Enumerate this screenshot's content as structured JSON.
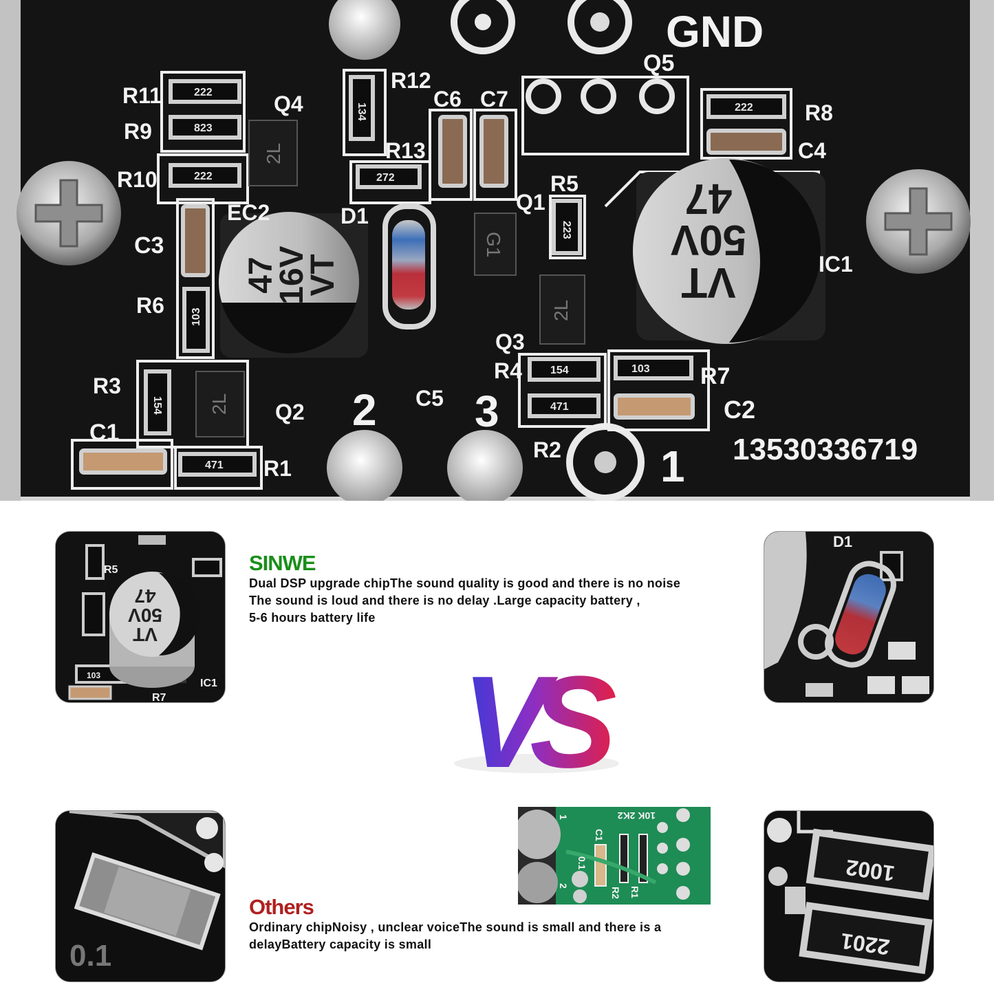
{
  "hero": {
    "silk_labels": {
      "gnd": "GND",
      "q5": "Q5",
      "r12": "R12",
      "r11": "R11",
      "q4": "Q4",
      "r9": "R9",
      "c6": "C6",
      "c7": "C7",
      "r8": "R8",
      "c4": "C4",
      "r13": "R13",
      "r10": "R10",
      "r5": "R5",
      "ec2": "EC2",
      "d1": "D1",
      "q1": "Q1",
      "c3": "C3",
      "ic1": "IC1",
      "r6": "R6",
      "q3": "Q3",
      "r4": "R4",
      "r7": "R7",
      "r3": "R3",
      "c5": "C5",
      "c2": "C2",
      "c1": "C1",
      "q2": "Q2",
      "r2": "R2",
      "r1": "R1",
      "n1": "1",
      "n2": "2",
      "n3": "3",
      "phone": "13530336719"
    },
    "part_codes": {
      "r11": "222",
      "r9": "823",
      "r12": "134",
      "r10": "222",
      "r13": "272",
      "r8": "222",
      "r5": "223",
      "r6": "103",
      "r4": "154",
      "r7": "103",
      "r2": "471",
      "r3": "154",
      "r1": "471",
      "q4": "2L",
      "q1": "G1",
      "q3": "2L",
      "q2": "2L"
    },
    "cap_large": {
      "value": "47",
      "voltage": "50V",
      "brand": "VT"
    },
    "cap_small": {
      "value": "47",
      "voltage": "16V",
      "brand": "VT"
    }
  },
  "sinwe": {
    "brand": "SINWE",
    "line1": "Dual DSP upgrade chipThe sound quality is good and there is no noise",
    "line2": "The sound is loud and there is no delay .Large capacity battery ,",
    "line3": "5-6 hours battery life",
    "brand_color": "#1a8f1a"
  },
  "vs": {
    "text": "VS"
  },
  "others": {
    "brand": "Others",
    "line1": "Ordinary chipNoisy , unclear voiceThe sound is small and there is a",
    "line2": "delayBattery capacity is small",
    "brand_color": "#b02020"
  },
  "thumbs": {
    "cap_closeup": {
      "r5": "R5",
      "value": "47",
      "voltage": "50V",
      "brand": "VT",
      "r7": "R7",
      "ic1": "IC1",
      "code": "103"
    },
    "diode_closeup": {
      "d1": "D1"
    },
    "smd_closeup": {
      "text": "0.1"
    },
    "green_board": {
      "labels": "10K 2K2",
      "c1": "C1",
      "r1": "R1",
      "r2": "R2",
      "n1": "1",
      "n2": "2",
      "val": "0.1"
    },
    "res_closeup": {
      "top": "1002",
      "bottom": "2201"
    }
  }
}
